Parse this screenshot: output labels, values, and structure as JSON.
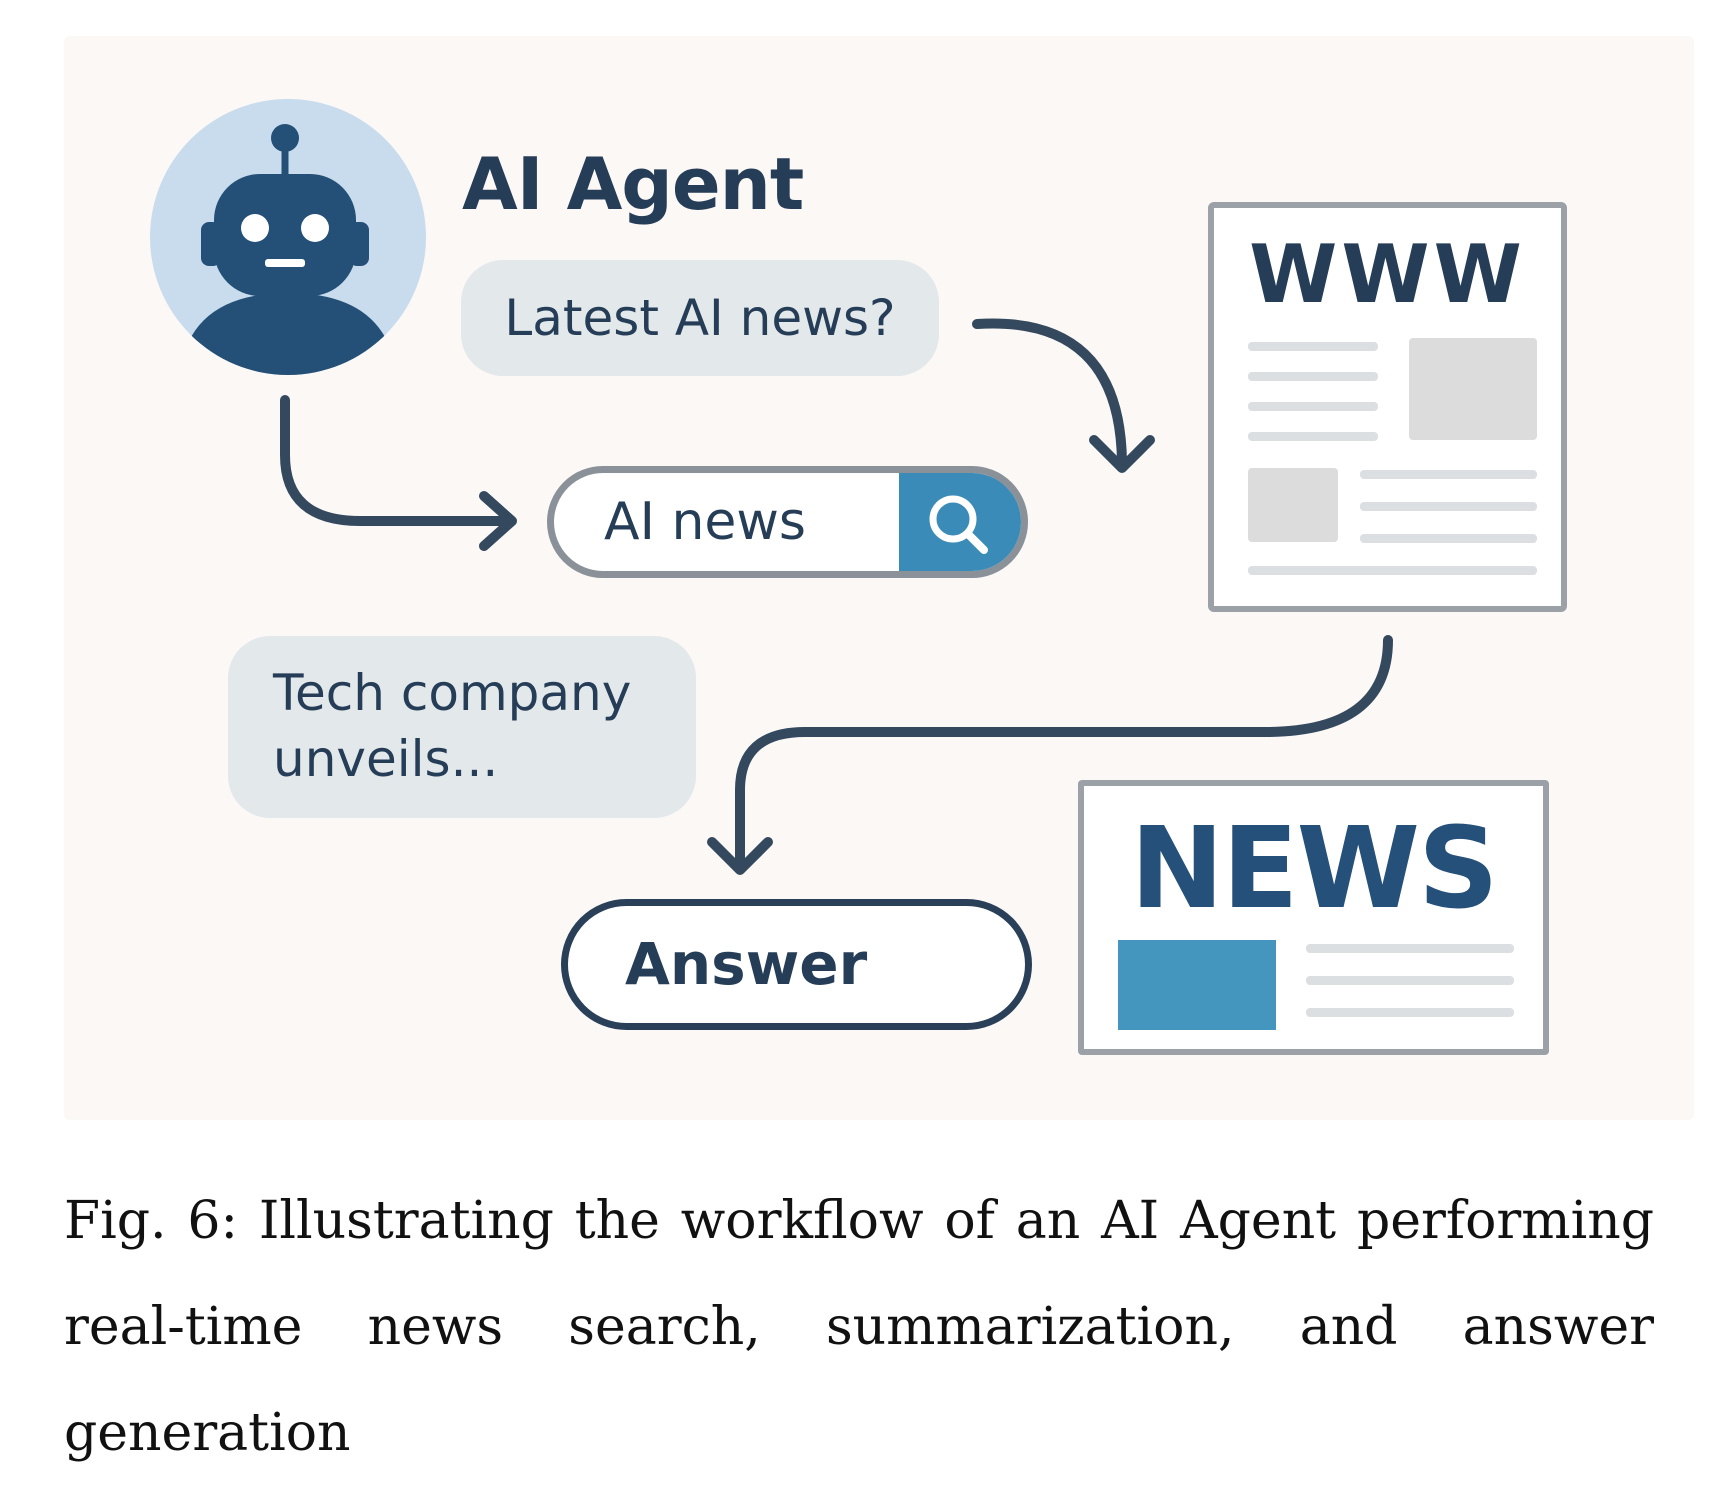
{
  "diagram": {
    "agent_title": "AI Agent",
    "query_bubble": "Latest AI news?",
    "search_query": "AI news",
    "website_label": "WWW",
    "news_label": "NEWS",
    "summary_bubble_line1": "Tech company",
    "summary_bubble_line2": "unveils...",
    "answer_label": "Answer"
  },
  "icons": {
    "agent": "robot-icon",
    "search": "magnifier-icon",
    "webpage": "webpage-icon",
    "newspaper": "newspaper-icon"
  },
  "colors": {
    "navy": "#263d57",
    "accent_blue": "#3b8bb8",
    "avatar_bg": "#c9dced",
    "bubble_bg": "#e3e8eb",
    "panel_bg": "#fcf8f6"
  },
  "caption": {
    "line1": "Fig. 6: Illustrating the workflow of an AI Agent performing",
    "line2": "real-time news search, summarization, and answer generation"
  }
}
